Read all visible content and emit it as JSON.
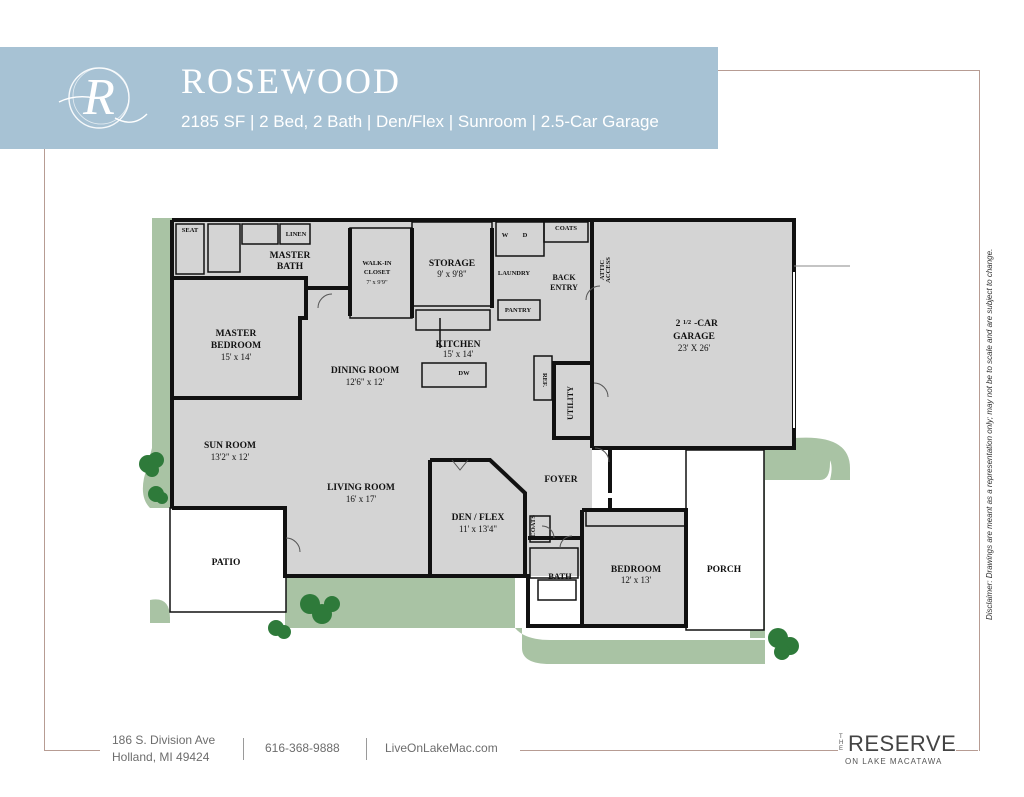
{
  "header": {
    "title": "ROSEWOOD",
    "subtitle": "2185 SF | 2 Bed, 2 Bath | Den/Flex | Sunroom | 2.5-Car Garage",
    "logo_letter": "R"
  },
  "rooms": {
    "seat": "SEAT",
    "linen": "LINEN",
    "master_bath": "MASTER",
    "master_bath2": "BATH",
    "walk_in": "WALK-IN",
    "walk_in2": "CLOSET",
    "walk_in_dim": "7' x 9'9\"",
    "storage": "STORAGE",
    "storage_dim": "9' x 9'8\"",
    "w": "W",
    "d": "D",
    "laundry": "LAUNDRY",
    "coats_top": "COATS",
    "back_entry": "BACK",
    "back_entry2": "ENTRY",
    "attic": "ATTIC",
    "attic2": "ACCESS",
    "pantry": "PANTRY",
    "master_bed": "MASTER",
    "master_bed2": "BEDROOM",
    "master_bed_dim": "15' x 14'",
    "kitchen": "KITCHEN",
    "kitchen_dim": "15' x 14'",
    "dw": "DW",
    "ref": "REF.",
    "utility": "UTILITY",
    "garage_pre": "2",
    "garage_frac": "1/2",
    "garage": "-CAR",
    "garage2": "GARAGE",
    "garage_dim": "23' X 26'",
    "dining": "DINING ROOM",
    "dining_dim": "12'6\" x 12'",
    "sun_room": "SUN ROOM",
    "sun_room_dim": "13'2\" x 12'",
    "living": "LIVING ROOM",
    "living_dim": "16' x 17'",
    "foyer": "FOYER",
    "den": "DEN / FLEX",
    "den_dim": "11' x 13'4\"",
    "coats_den": "COATS",
    "bath": "BATH",
    "bedroom": "BEDROOM",
    "bedroom_dim": "12' x 13'",
    "porch": "PORCH",
    "patio": "PATIO"
  },
  "colors": {
    "banner": "#a7c2d4",
    "floor": "#d4d4d4",
    "wall": "#111111",
    "landscape": "#a9c3a4",
    "shrub": "#2e7a3a",
    "frame": "#b79c93"
  },
  "disclaimer": "Disclaimer: Drawings are meant as a representation only; may not be to scale and are subject to change.",
  "footer": {
    "address_line1": "186 S. Division Ave",
    "address_line2": "Holland, MI 49424",
    "phone": "616-368-9888",
    "website": "LiveOnLakeMac.com",
    "brand_the": "THE",
    "brand_name": "RESERVE",
    "brand_sub": "ON LAKE MACATAWA"
  }
}
